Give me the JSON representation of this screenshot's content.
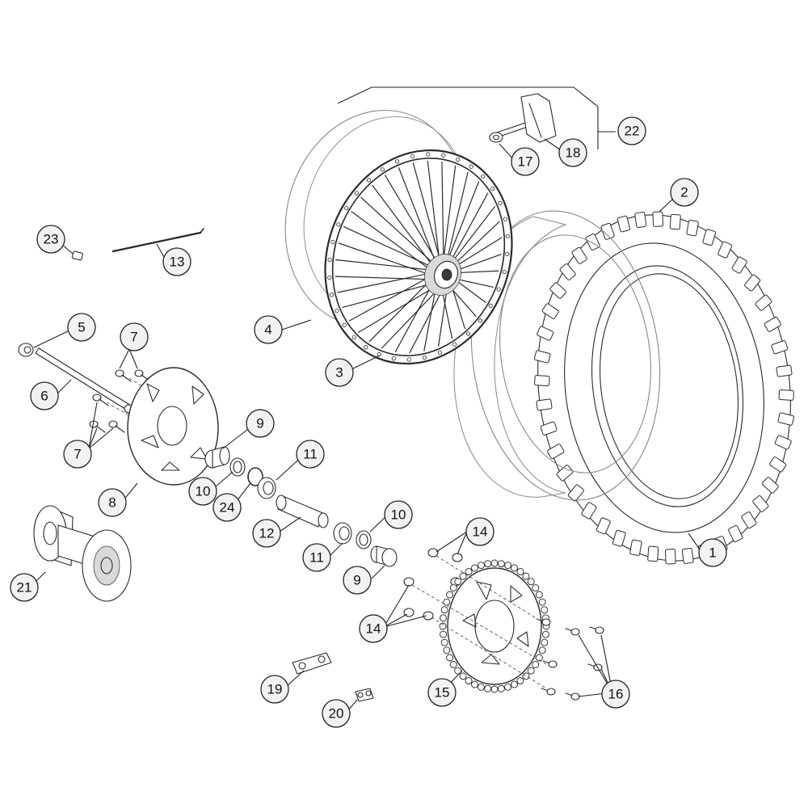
{
  "callouts": [
    {
      "id": "c1",
      "label": "1"
    },
    {
      "id": "c2",
      "label": "2"
    },
    {
      "id": "c3",
      "label": "3"
    },
    {
      "id": "c4",
      "label": "4"
    },
    {
      "id": "c5",
      "label": "5"
    },
    {
      "id": "c6",
      "label": "6"
    },
    {
      "id": "c7a",
      "label": "7"
    },
    {
      "id": "c7b",
      "label": "7"
    },
    {
      "id": "c8",
      "label": "8"
    },
    {
      "id": "c9a",
      "label": "9"
    },
    {
      "id": "c9b",
      "label": "9"
    },
    {
      "id": "c10a",
      "label": "10"
    },
    {
      "id": "c10b",
      "label": "10"
    },
    {
      "id": "c11a",
      "label": "11"
    },
    {
      "id": "c11b",
      "label": "11"
    },
    {
      "id": "c12",
      "label": "12"
    },
    {
      "id": "c13",
      "label": "13"
    },
    {
      "id": "c14a",
      "label": "14"
    },
    {
      "id": "c14b",
      "label": "14"
    },
    {
      "id": "c15",
      "label": "15"
    },
    {
      "id": "c16",
      "label": "16"
    },
    {
      "id": "c17",
      "label": "17"
    },
    {
      "id": "c18",
      "label": "18"
    },
    {
      "id": "c19",
      "label": "19"
    },
    {
      "id": "c20",
      "label": "20"
    },
    {
      "id": "c21",
      "label": "21"
    },
    {
      "id": "c22",
      "label": "22"
    },
    {
      "id": "c23",
      "label": "23"
    },
    {
      "id": "c24",
      "label": "24"
    }
  ]
}
